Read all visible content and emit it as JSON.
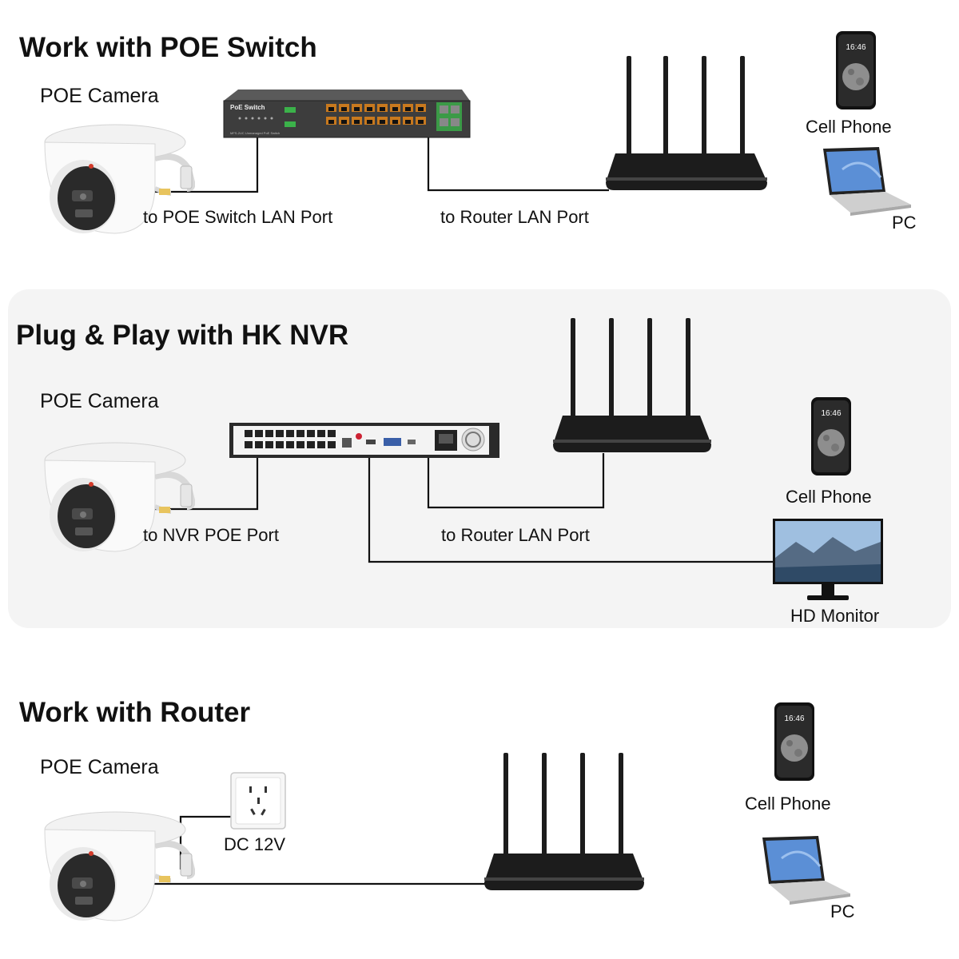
{
  "sections": [
    {
      "title": "Work with POE Switch",
      "camera_label": "POE Camera",
      "switch_brand": "PoE Switch",
      "switch_model": "MFS-2UC Unmanaged PoE Switch",
      "cam_link_label": "to POE Switch LAN Port",
      "router_link_label": "to Router LAN Port",
      "phone_label": "Cell Phone",
      "phone_time": "16:46",
      "pc_label": "PC"
    },
    {
      "title": "Plug & Play with HK NVR",
      "camera_label": "POE Camera",
      "cam_link_label": "to NVR POE Port",
      "router_link_label": "to Router LAN Port",
      "phone_label": "Cell Phone",
      "phone_time": "16:46",
      "monitor_label": "HD Monitor"
    },
    {
      "title": "Work with Router",
      "camera_label": "POE Camera",
      "power_label": "DC 12V",
      "phone_label": "Cell Phone",
      "phone_time": "16:46",
      "pc_label": "PC"
    }
  ],
  "colors": {
    "wire": "#111111",
    "band": "#f4f4f4",
    "device_dark": "#1c1c1c",
    "switch_body": "#3d3d3d",
    "port_orange": "#c8791e",
    "led_green": "#3bb24a",
    "screen_blue": "#5b8fd6"
  },
  "icons": [
    "camera-icon",
    "switch-icon",
    "router-icon",
    "phone-icon",
    "laptop-icon",
    "nvr-icon",
    "monitor-icon",
    "power-outlet-icon"
  ]
}
